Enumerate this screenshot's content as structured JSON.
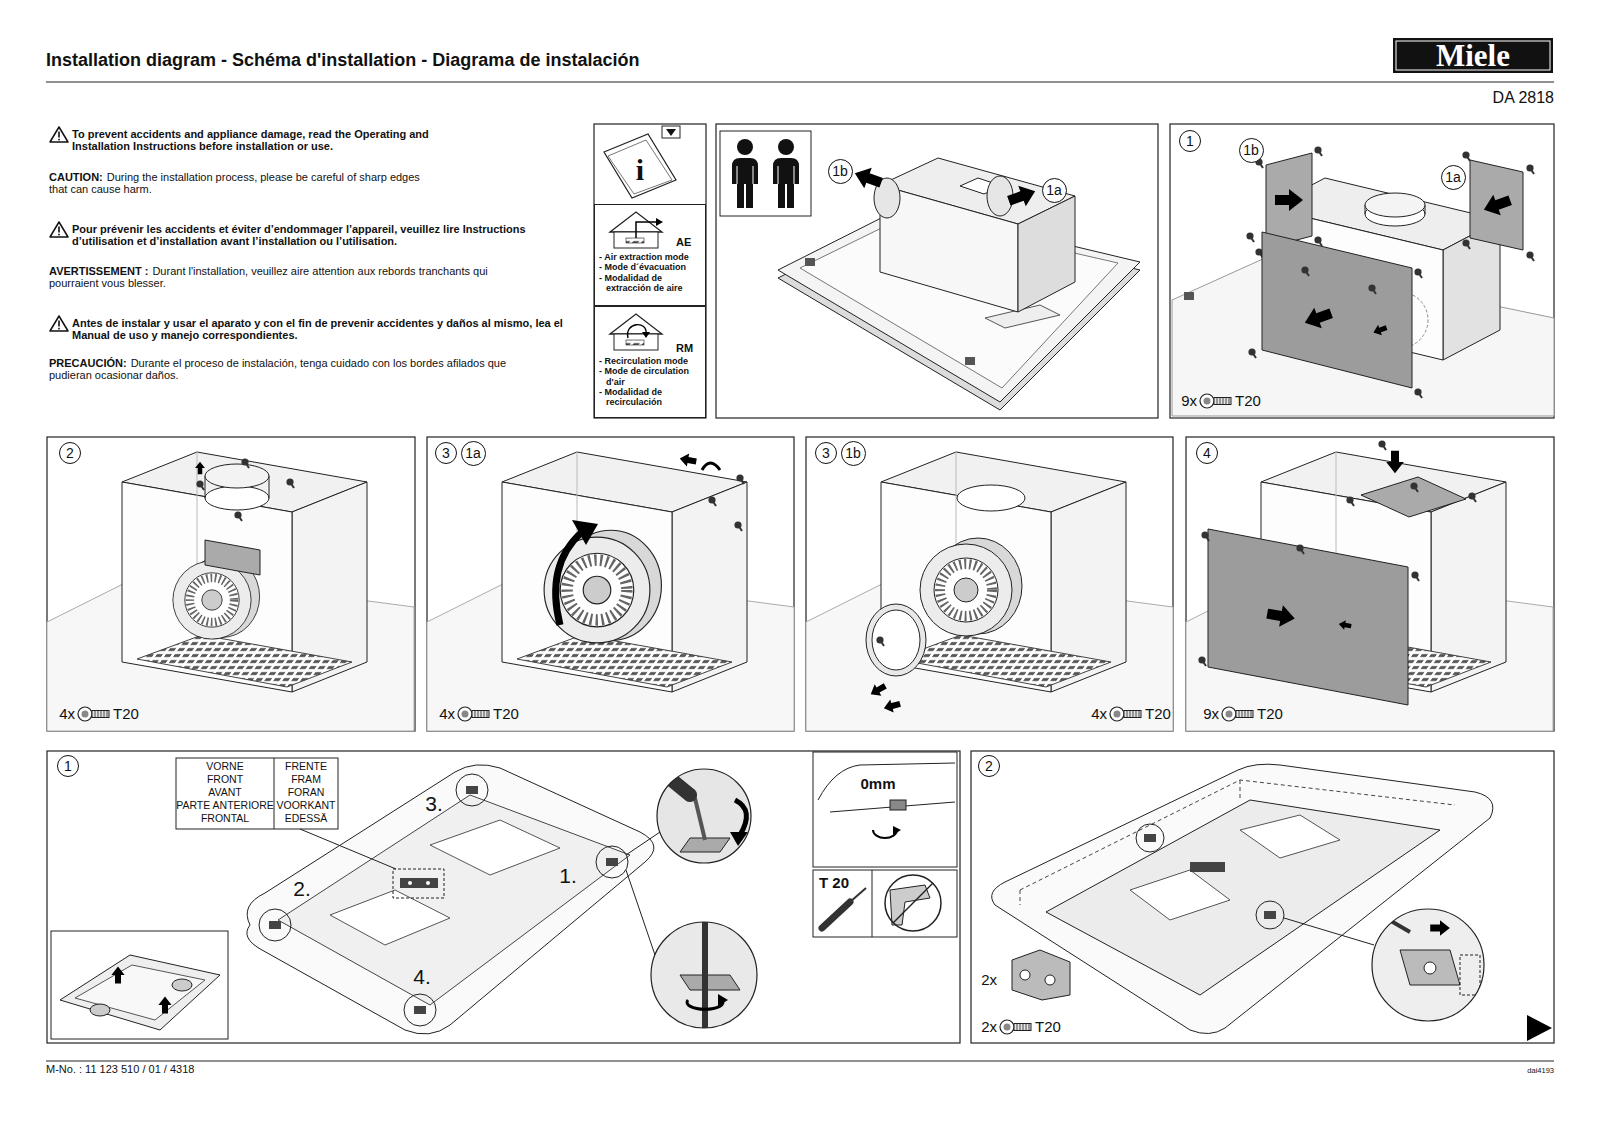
{
  "diagram": {
    "title": "Installation diagram - Schéma d'installation - Diagrama de instalación",
    "nodes": [
      {
        "text": [
          "AE",
          "- Air extraction mode",
          "- Mode d´évacuation",
          "- Modalidad de extracción de aire"
        ]
      },
      {
        "text": [
          "RM",
          "- Recirculation mode",
          "- Mode de circulation d'air",
          "- Modalidad de recirculación"
        ]
      },
      {
        "text": [
          "1b"
        ]
      },
      {
        "text": [
          "1a"
        ]
      },
      {
        "text": [
          "1"
        ]
      },
      {
        "text": [
          "1b"
        ]
      },
      {
        "text": [
          "1a"
        ]
      },
      {
        "text": [
          "2"
        ]
      },
      {
        "text": [
          "3"
        ]
      },
      {
        "text": [
          "1a"
        ]
      },
      {
        "text": [
          "3"
        ]
      },
      {
        "text": [
          "1b"
        ]
      },
      {
        "text": [
          "4"
        ]
      },
      {
        "text": [
          "1"
        ]
      },
      {
        "text": [
          "2"
        ]
      }
    ],
    "labels": [
      "Miele",
      "DA 2818",
      "To prevent accidents and appliance damage, read the Operating and Installation Instructions before installation or use.",
      "CAUTION:",
      "During the installation process, please be careful of sharp edges that can cause harm.",
      "Pour prévenir les accidents et éviter d’endommager l’appareil, veuillez lire Instructions d’utilisation et d’installation avant l’installation ou l’utilisation.",
      "AVERTISSEMENT :",
      "Durant l'installation, veuillez aire attention aux rebords tranchants qui pourraient vous blesser.",
      "Antes de instalar y usar el aparato y con el fin de prevenir accidentes y daños al mismo, lea el Manual de uso y manejo correspondientes.",
      "PRECAUCIÓN:",
      "Durante el proceso de instalación, tenga cuidado con los bordes afilados que pudieran ocasionar daños.",
      "i",
      "9x",
      "T20",
      "4x",
      "T20",
      "4x",
      "T20",
      "4x",
      "T20",
      "9x",
      "T20",
      "VORNE",
      "FRENTE",
      "FRONT",
      "FRAM",
      "AVANT",
      "FORAN",
      "PARTE ANTERIORE",
      "VOORKANT",
      "FRONTAL",
      "EDESSÄ",
      "3.",
      "2.",
      "1.",
      "4.",
      "0mm",
      "T 20",
      "2x",
      "2x",
      "T20",
      "M-No. : 11 123 510 / 01 / 4318",
      "dai4193"
    ]
  }
}
